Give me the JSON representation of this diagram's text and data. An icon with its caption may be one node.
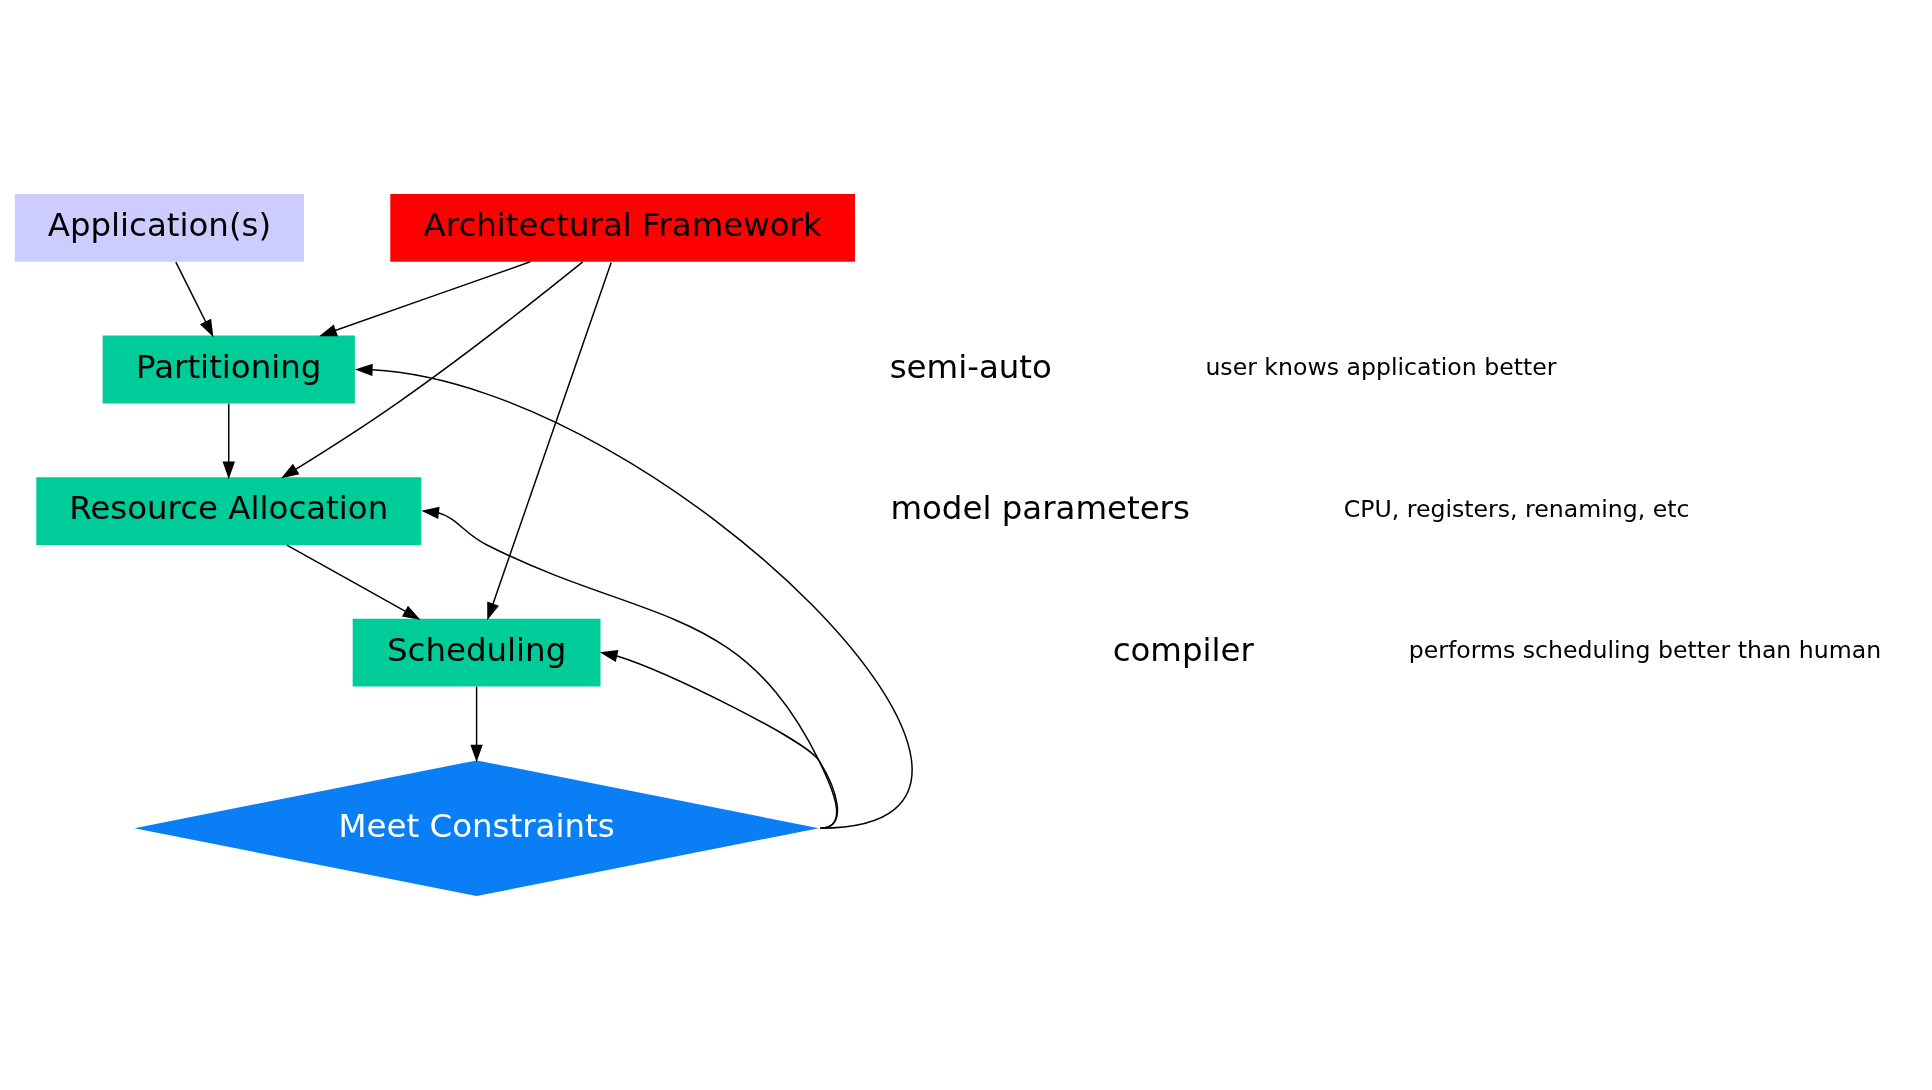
{
  "diagram": {
    "nodes": [
      {
        "text": [
          "Architectural Framework"
        ]
      },
      {
        "text": [
          "Application(s)"
        ]
      },
      {
        "text": [
          "Partitioning"
        ]
      },
      {
        "text": [
          "Resource Allocation"
        ]
      },
      {
        "text": [
          "Scheduling"
        ]
      },
      {
        "text": [
          "Meet Constraints"
        ]
      }
    ],
    "edges": [
      {
        "from": 0,
        "to": 2,
        "arrow": "to"
      },
      {
        "from": 0,
        "to": 3,
        "arrow": "to"
      },
      {
        "from": 0,
        "to": 4,
        "arrow": "to"
      },
      {
        "from": 1,
        "to": 2,
        "arrow": "to"
      },
      {
        "from": 2,
        "to": 3,
        "arrow": "to"
      },
      {
        "from": 3,
        "to": 4,
        "arrow": "to"
      },
      {
        "from": 4,
        "to": 5,
        "arrow": "to"
      },
      {
        "from": 5,
        "to": 2,
        "arrow": "to"
      },
      {
        "from": 5,
        "to": 3,
        "arrow": "to"
      },
      {
        "from": 5,
        "to": 4,
        "arrow": "to"
      }
    ],
    "labels": [
      "semi-auto",
      "user knows application better",
      "model parameters",
      "CPU, registers, renaming, etc",
      "compiler",
      "performs scheduling better than human"
    ]
  }
}
